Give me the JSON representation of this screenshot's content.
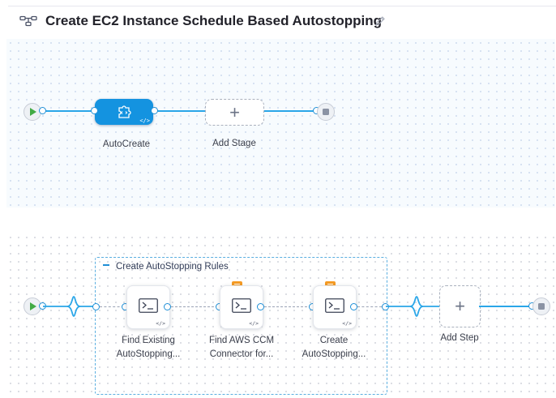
{
  "header": {
    "title": "Create EC2 Instance Schedule Based Autostopping",
    "pipeline_icon": "pipeline-icon",
    "edit_icon": "pencil-icon"
  },
  "stages": {
    "items": [
      {
        "label": "AutoCreate",
        "icon": "custom-stage-icon",
        "selected": true
      }
    ],
    "add_label": "Add Stage"
  },
  "steps": {
    "group": {
      "title": "Create AutoStopping Rules",
      "collapse_icon": "minus-icon"
    },
    "items": [
      {
        "line1": "Find Existing",
        "line2": "AutoStopping...",
        "icon": "terminal-icon",
        "template": false
      },
      {
        "line1": "Find AWS CCM",
        "line2": "Connector for...",
        "icon": "terminal-icon",
        "template": true
      },
      {
        "line1": "Create",
        "line2": "AutoStopping...",
        "icon": "terminal-icon",
        "template": true
      }
    ],
    "add_label": "Add Step"
  },
  "colors": {
    "accent": "#1493e0",
    "wire": "#2aa6e8",
    "start": "#42ab45",
    "template_badge": "#f59a23"
  }
}
